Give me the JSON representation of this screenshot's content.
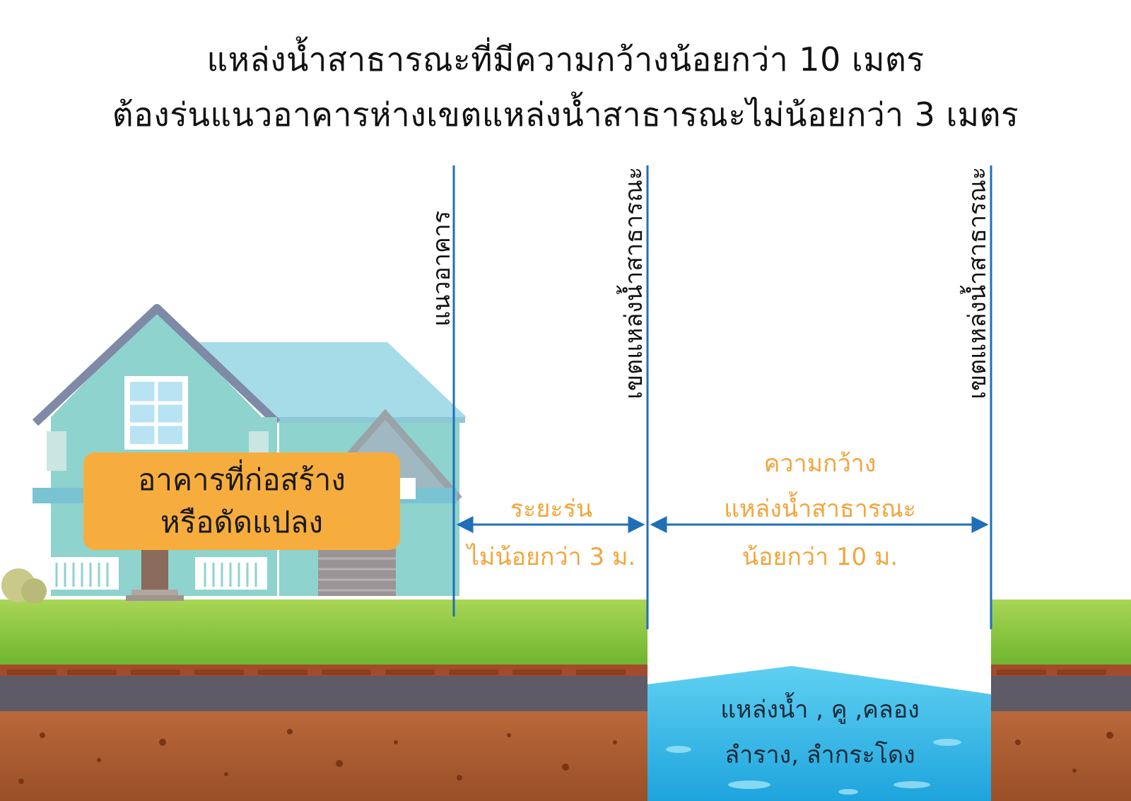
{
  "title": {
    "line1": "แหล่งน้ำสาธารณะที่มีความกว้างน้อยกว่า 10 เมตร",
    "line2": "ต้องร่นแนวอาคารห่างเขตแหล่งน้ำสาธารณะไม่น้อยกว่า 3 เมตร"
  },
  "lines": {
    "building_line": "แนวอาคาร",
    "water_boundary_left": "เขตแหล่งน้ำสาธารณะ",
    "water_boundary_right": "เขตแหล่งน้ำสาธารณะ"
  },
  "building_box": {
    "line1": "อาคารที่ก่อสร้าง",
    "line2": "หรือดัดแปลง"
  },
  "setback": {
    "line1": "ระยะร่น",
    "line2": "ไม่น้อยกว่า 3 ม."
  },
  "width": {
    "line1": "ความกว้าง",
    "line2": "แหล่งน้ำสาธารณะ",
    "line3": "น้อยกว่า 10 ม."
  },
  "water": {
    "line1": "แหล่งน้ำ , คู ,คลอง",
    "line2": "ลำราง, ลำกระโดง"
  },
  "colors": {
    "line_blue": "#1f6fb8",
    "label_orange": "#f2a63c",
    "box_orange": "#f7ad3d",
    "grass": "#8cc63f",
    "water": "#2fb8e6"
  }
}
